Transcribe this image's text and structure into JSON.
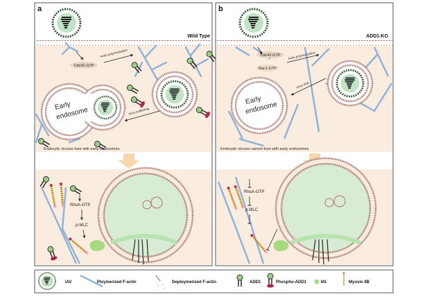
{
  "panels": [
    {
      "letter": "a",
      "condition": "Wild Type",
      "upper": {
        "cdc42": "Cdc42-GTP",
        "actin_polymerization": "Actin polymerization",
        "endosome_label_1": "Early",
        "endosome_label_2": "endosome",
        "virus_arrow": "Virus trafficking",
        "caption": "Endocytic viruses fuse with early endosomes"
      },
      "lower": {
        "rhoa": "RhoA-GTP",
        "pmlc": "p-MLC"
      }
    },
    {
      "letter": "b",
      "condition": "ADD1-KO",
      "upper": {
        "cdc42": "Cdc42-GTP",
        "rac1": "Rac1-GTP",
        "actin_polymerization": "Actin polymerization",
        "endosome_label_1": "Early",
        "endosome_label_2": "endosome",
        "virus_arrow": "Virus stop",
        "caption": "Endocytic viruses cannot fuse with early endosomes"
      },
      "lower": {
        "rhoa": "RhoA-GTP",
        "pmlc": "p-MLC"
      }
    }
  ],
  "legend": [
    {
      "icon": "iav-virus-icon",
      "label": "IAV"
    },
    {
      "icon": "polymerized-actin-icon",
      "label": "Ploymerized F-actin"
    },
    {
      "icon": "depolymerized-actin-icon",
      "label": "Deploymerized F-actin"
    },
    {
      "icon": "add1-icon",
      "label": "ADD1"
    },
    {
      "icon": "phospho-add1-icon",
      "label": "Phospho-ADD1"
    },
    {
      "icon": "m1-icon",
      "label": "M1"
    },
    {
      "icon": "myosin-iib-icon",
      "label": "Myosin IIB"
    }
  ],
  "colors": {
    "cytoplasm": "#fbece0",
    "membrane": "#a8766e",
    "actin": "#8fb3d9",
    "virus_core": "#bfe3c4",
    "add1_head": "#9bd08a",
    "phospho": "#b0234f",
    "myosin": "#d99a1e",
    "arrow_big": "#f6d7b0"
  }
}
